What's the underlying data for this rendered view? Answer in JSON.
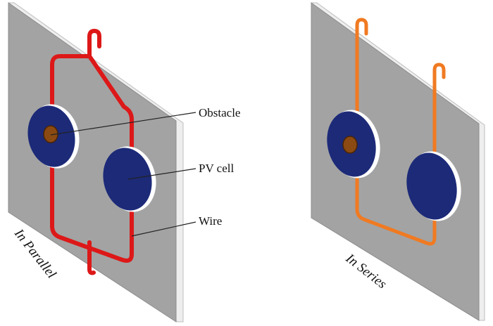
{
  "panels": {
    "parallel": {
      "caption": "In Parallel"
    },
    "series": {
      "caption": "In Series"
    }
  },
  "callouts": {
    "obstacle": "Obstacle",
    "pv_cell": "PV cell",
    "wire": "Wire"
  },
  "colors": {
    "board_front": "#a3a3a3",
    "board_edge": "#eeeeee",
    "board_outline": "#bdbdbd",
    "pv_cell": "#1c2a78",
    "pv_cell_edge": "#ffffff",
    "obstacle": "#8b4a12",
    "wire_parallel": "#dd1818",
    "wire_series": "#f07a22"
  }
}
